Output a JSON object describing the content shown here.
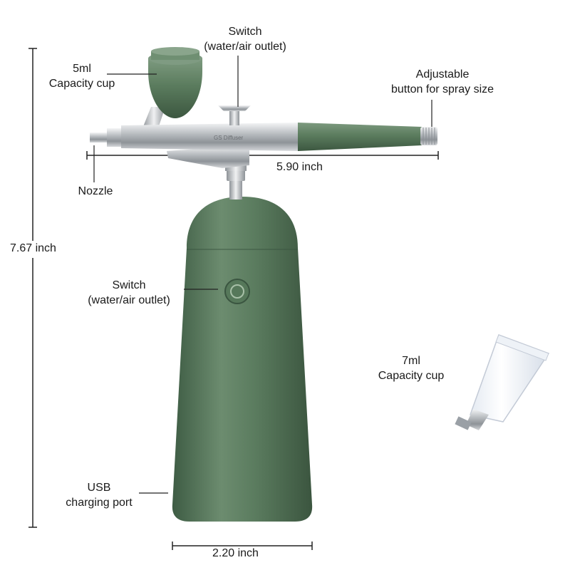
{
  "labels": {
    "switch_top": {
      "line1": "Switch",
      "line2": "(water/air outlet)"
    },
    "cup_5ml": {
      "line1": "5ml",
      "line2": "Capacity cup"
    },
    "adjustable": {
      "line1": "Adjustable",
      "line2": "button for spray size"
    },
    "nozzle": "Nozzle",
    "switch_body": {
      "line1": "Switch",
      "line2": "(water/air outlet)"
    },
    "cup_7ml": {
      "line1": "7ml",
      "line2": "Capacity cup"
    },
    "usb": {
      "line1": "USB",
      "line2": "charging port"
    }
  },
  "dimensions": {
    "height": "7.67 inch",
    "length": "5.90 inch",
    "width": "2.20 inch"
  },
  "device_text": "GS Diffuser",
  "colors": {
    "body_green": "#5a7b5e",
    "body_dark": "#3e5a43",
    "chrome": "#c9ccd0",
    "line": "#222222"
  }
}
